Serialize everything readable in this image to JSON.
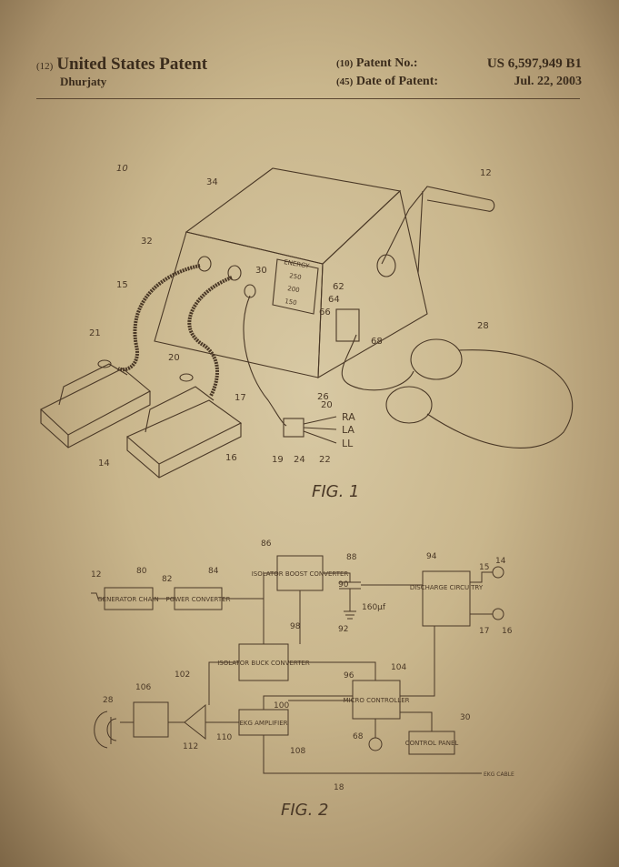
{
  "header": {
    "code_12": "(12)",
    "title": "United States Patent",
    "inventor": "Dhurjaty",
    "code_10": "(10)",
    "patent_no_label": "Patent No.:",
    "patent_no": "US 6,597,949 B1",
    "code_45": "(45)",
    "date_label": "Date of Patent:",
    "date": "Jul. 22, 2003"
  },
  "fig1": {
    "caption": "FIG. 1",
    "energy_label": "ENERGY",
    "energy_options": [
      "250",
      "200",
      "150"
    ],
    "leads": [
      "RA",
      "LA",
      "LL"
    ],
    "refs": [
      "10",
      "12",
      "14",
      "15",
      "16",
      "17",
      "19",
      "20",
      "20",
      "21",
      "22",
      "24",
      "26",
      "28",
      "30",
      "32",
      "34",
      "62",
      "64",
      "66",
      "68"
    ]
  },
  "fig2": {
    "caption": "FIG. 2",
    "blocks": {
      "generator_chain": "GENERATOR CHAIN",
      "power_converter": "POWER CONVERTER",
      "isolator_boost": "ISOLATOR BOOST CONVERTER",
      "discharge": "DISCHARGE CIRCUITRY",
      "isolator_buck": "ISOLATOR BUCK CONVERTER",
      "micro": "MICRO CONTROLLER",
      "ekg_amp": "EKG AMPLIFIER",
      "control_panel": "CONTROL PANEL"
    },
    "capacitor": "160μf",
    "ekg_cable": "EKG CABLE",
    "refs": [
      "12",
      "80",
      "82",
      "84",
      "86",
      "88",
      "90",
      "92",
      "94",
      "14",
      "15",
      "16",
      "17",
      "98",
      "102",
      "104",
      "96",
      "28",
      "106",
      "112",
      "110",
      "100",
      "108",
      "68",
      "30",
      "18"
    ]
  }
}
